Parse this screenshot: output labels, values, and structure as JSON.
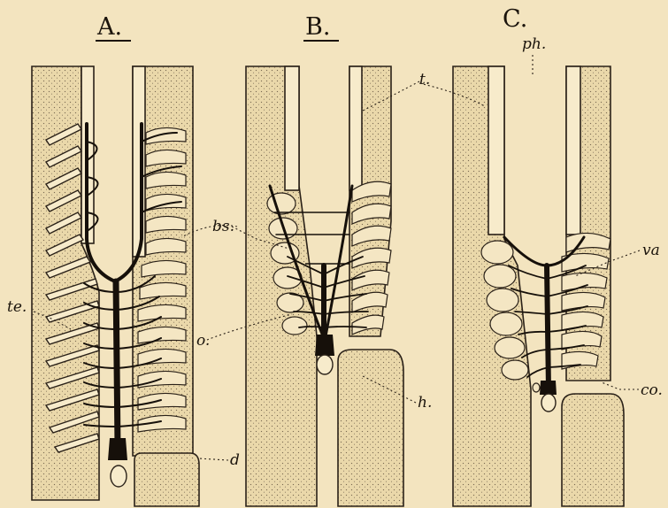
{
  "panels": [
    {
      "title": "A."
    },
    {
      "title": "B."
    },
    {
      "title": "C."
    }
  ],
  "labels": {
    "te": "te.",
    "bs": "bs.",
    "o": "o.",
    "d": "d",
    "t": "t.",
    "h": "h.",
    "ph": "ph.",
    "va": "va",
    "co": "co."
  }
}
